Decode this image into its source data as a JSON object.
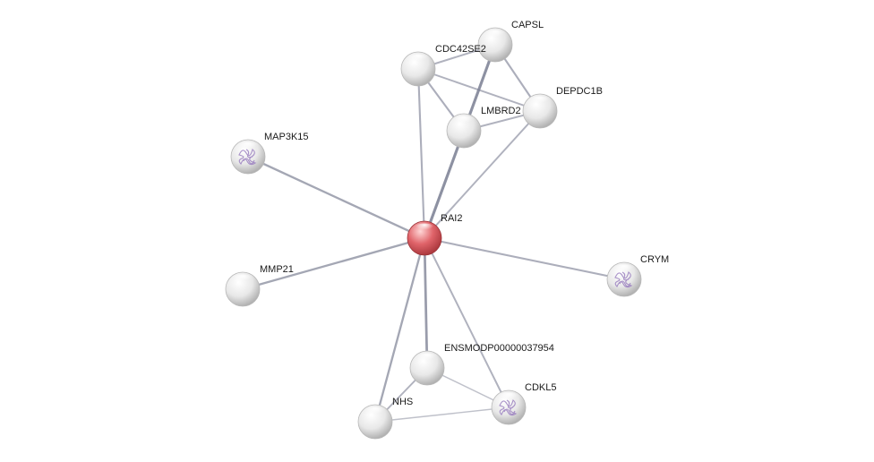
{
  "network": {
    "query_color": "#e05a5f",
    "node_color": "#e6e6e6",
    "structure_color": "#9a7fc0",
    "edge_color": "#7f8396",
    "nodes": [
      {
        "id": "RAI2",
        "label": "RAI2",
        "query": true,
        "structure": false
      },
      {
        "id": "CAPSL",
        "label": "CAPSL",
        "query": false,
        "structure": false
      },
      {
        "id": "CDC42SE2",
        "label": "CDC42SE2",
        "query": false,
        "structure": false
      },
      {
        "id": "DEPDC1B",
        "label": "DEPDC1B",
        "query": false,
        "structure": false
      },
      {
        "id": "LMBRD2",
        "label": "LMBRD2",
        "query": false,
        "structure": false
      },
      {
        "id": "MAP3K15",
        "label": "MAP3K15",
        "query": false,
        "structure": true
      },
      {
        "id": "MMP21",
        "label": "MMP21",
        "query": false,
        "structure": false
      },
      {
        "id": "CRYM",
        "label": "CRYM",
        "query": false,
        "structure": true
      },
      {
        "id": "ENSMODP00000037954",
        "label": "ENSMODP00000037954",
        "query": false,
        "structure": false
      },
      {
        "id": "NHS",
        "label": "NHS",
        "query": false,
        "structure": false
      },
      {
        "id": "CDKL5",
        "label": "CDKL5",
        "query": false,
        "structure": true
      }
    ],
    "edges": [
      {
        "source": "RAI2",
        "target": "LMBRD2",
        "weight": 0.9
      },
      {
        "source": "RAI2",
        "target": "CDC42SE2",
        "weight": 0.5
      },
      {
        "source": "RAI2",
        "target": "DEPDC1B",
        "weight": 0.45
      },
      {
        "source": "RAI2",
        "target": "MAP3K15",
        "weight": 0.6
      },
      {
        "source": "RAI2",
        "target": "MMP21",
        "weight": 0.6
      },
      {
        "source": "RAI2",
        "target": "CRYM",
        "weight": 0.5
      },
      {
        "source": "RAI2",
        "target": "ENSMODP00000037954",
        "weight": 0.75
      },
      {
        "source": "RAI2",
        "target": "NHS",
        "weight": 0.6
      },
      {
        "source": "RAI2",
        "target": "CDKL5",
        "weight": 0.45
      },
      {
        "source": "CAPSL",
        "target": "LMBRD2",
        "weight": 0.9
      },
      {
        "source": "CAPSL",
        "target": "CDC42SE2",
        "weight": 0.45
      },
      {
        "source": "CAPSL",
        "target": "DEPDC1B",
        "weight": 0.5
      },
      {
        "source": "CDC42SE2",
        "target": "LMBRD2",
        "weight": 0.5
      },
      {
        "source": "CDC42SE2",
        "target": "DEPDC1B",
        "weight": 0.45
      },
      {
        "source": "LMBRD2",
        "target": "DEPDC1B",
        "weight": 0.45
      },
      {
        "source": "ENSMODP00000037954",
        "target": "NHS",
        "weight": 0.45
      },
      {
        "source": "ENSMODP00000037954",
        "target": "CDKL5",
        "weight": 0.25
      },
      {
        "source": "NHS",
        "target": "CDKL5",
        "weight": 0.25
      }
    ]
  }
}
